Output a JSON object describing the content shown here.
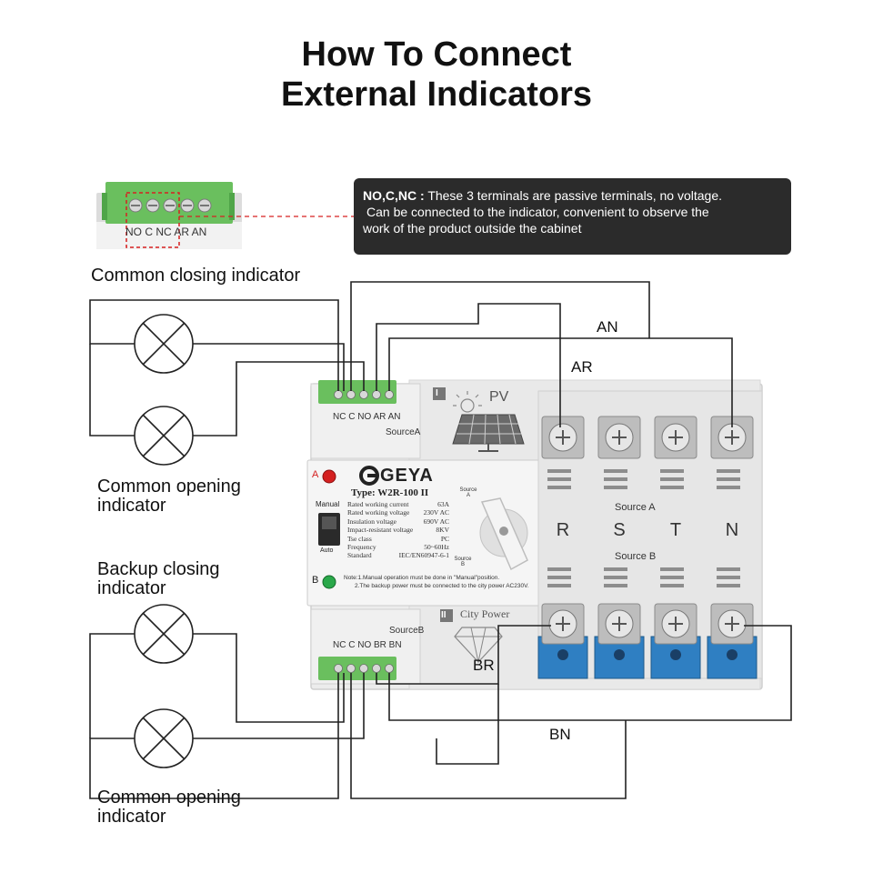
{
  "title": {
    "line1": "How To Connect",
    "line2": "External Indicators"
  },
  "info_box": {
    "label": "NO,C,NC :",
    "line1": "These 3 terminals are passive terminals, no voltage.",
    "line2": "Can be connected to the indicator, convenient to observe the",
    "line3": "work of the product outside the cabinet"
  },
  "terminal_closeup": {
    "label": "NO C NC AR AN"
  },
  "indicators": {
    "common_closing": "Common closing indicator",
    "common_opening_top_1": "Common opening",
    "common_opening_top_2": "indicator",
    "backup_closing_1": "Backup closing",
    "backup_closing_2": "indicator",
    "common_opening_bottom_1": "Common opening",
    "common_opening_bottom_2": "indicator"
  },
  "wire_labels": {
    "an": "AN",
    "ar": "AR",
    "bn": "BN",
    "br": "BR"
  },
  "device": {
    "brand": "GEYA",
    "type": "Type: W2R-100  II",
    "top_terminal_label": "NC C NO AR AN",
    "bottom_terminal_label": "NC C NO BR BN",
    "source_a": "SourceA",
    "source_b": "SourceB",
    "pv_numeral": "I",
    "pv_label": "PV",
    "city_numeral": "II",
    "city_label": "City Power",
    "indicator_a": "A",
    "indicator_b": "B",
    "switch_manual": "Manual",
    "switch_auto": "Auto",
    "knob_source_a": "Source A",
    "knob_source_b": "Source B",
    "specs": [
      {
        "k": "Rated working current",
        "v": "63A"
      },
      {
        "k": "Rated working voltage",
        "v": "230V AC"
      },
      {
        "k": "Insulation voltage",
        "v": "690V AC"
      },
      {
        "k": "Impact-resistant voltage",
        "v": "8KV"
      },
      {
        "k": "Tse class",
        "v": "PC"
      },
      {
        "k": "Frequency",
        "v": "50~60Hz"
      },
      {
        "k": "Standard",
        "v": "IEC/EN60947-6-1"
      }
    ],
    "note_1": "Note:1.Manual operation must be done in \"Manual\"position.",
    "note_2": "2.The backup power must be connected to the city power AC230V.",
    "poles": [
      "R",
      "S",
      "T",
      "N"
    ],
    "pole_source_a": "Source A",
    "pole_source_b": "Source B"
  },
  "colors": {
    "terminal_green": "#6abf5e",
    "blue_terminal": "#2f7fc2",
    "device_body": "#ececec",
    "note_bg": "#2b2b2b",
    "closeup_outline": "#d62020"
  }
}
